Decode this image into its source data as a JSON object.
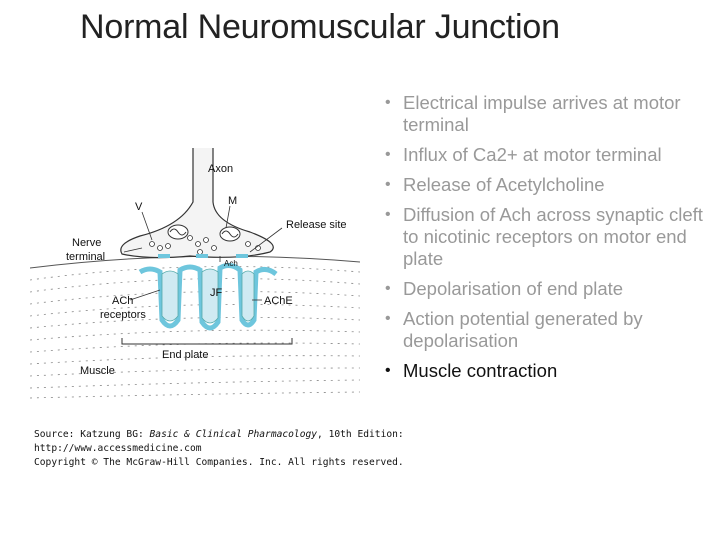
{
  "slide": {
    "title": "Normal Neuromuscular Junction"
  },
  "bullets": [
    {
      "text": "Electrical impulse arrives at motor terminal",
      "active": false
    },
    {
      "text": "Influx of Ca2+ at motor terminal",
      "active": false
    },
    {
      "text": "Release of Acetylcholine",
      "active": false
    },
    {
      "text": "Diffusion of Ach across synaptic cleft to nicotinic receptors on motor end plate",
      "active": false
    },
    {
      "text": "Depolarisation of end plate",
      "active": false
    },
    {
      "text": "Action potential generated by depolarisation",
      "active": false
    },
    {
      "text": "Muscle contraction",
      "active": true
    }
  ],
  "diagram": {
    "labels": {
      "axon": "Axon",
      "v": "V",
      "m": "M",
      "release_site": "Release site",
      "nerve": "Nerve",
      "terminal": "terminal",
      "ach_arrow": "Ach",
      "jf": "JF",
      "ach_receptors_1": "ACh",
      "ach_receptors_2": "receptors",
      "ache": "AChE",
      "end_plate": "End plate",
      "muscle": "Muscle"
    }
  },
  "source": {
    "line1_prefix": "Source: Katzung BG: ",
    "line1_italic": "Basic & Clinical Pharmacology",
    "line1_suffix": ", 10th Edition:",
    "line2": "http://www.accessmedicine.com",
    "line3": "Copyright © The McGraw-Hill Companies. Inc. All rights reserved."
  },
  "colors": {
    "title": "#222222",
    "bullet_inactive": "#999999",
    "bullet_active": "#111111",
    "cleft_fill": "#6ec6dd"
  }
}
